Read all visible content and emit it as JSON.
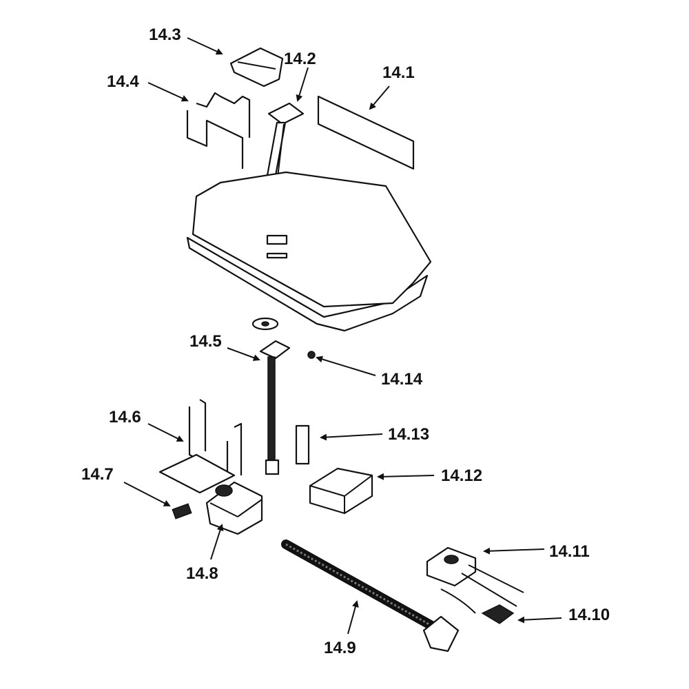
{
  "diagram": {
    "type": "exploded-parts-diagram",
    "labels": {
      "p14_1": "14.1",
      "p14_2": "14.2",
      "p14_3": "14.3",
      "p14_4": "14.4",
      "p14_5": "14.5",
      "p14_6": "14.6",
      "p14_7": "14.7",
      "p14_8": "14.8",
      "p14_9": "14.9",
      "p14_10": "14.10",
      "p14_11": "14.11",
      "p14_12": "14.12",
      "p14_13": "14.13",
      "p14_14": "14.14"
    }
  }
}
